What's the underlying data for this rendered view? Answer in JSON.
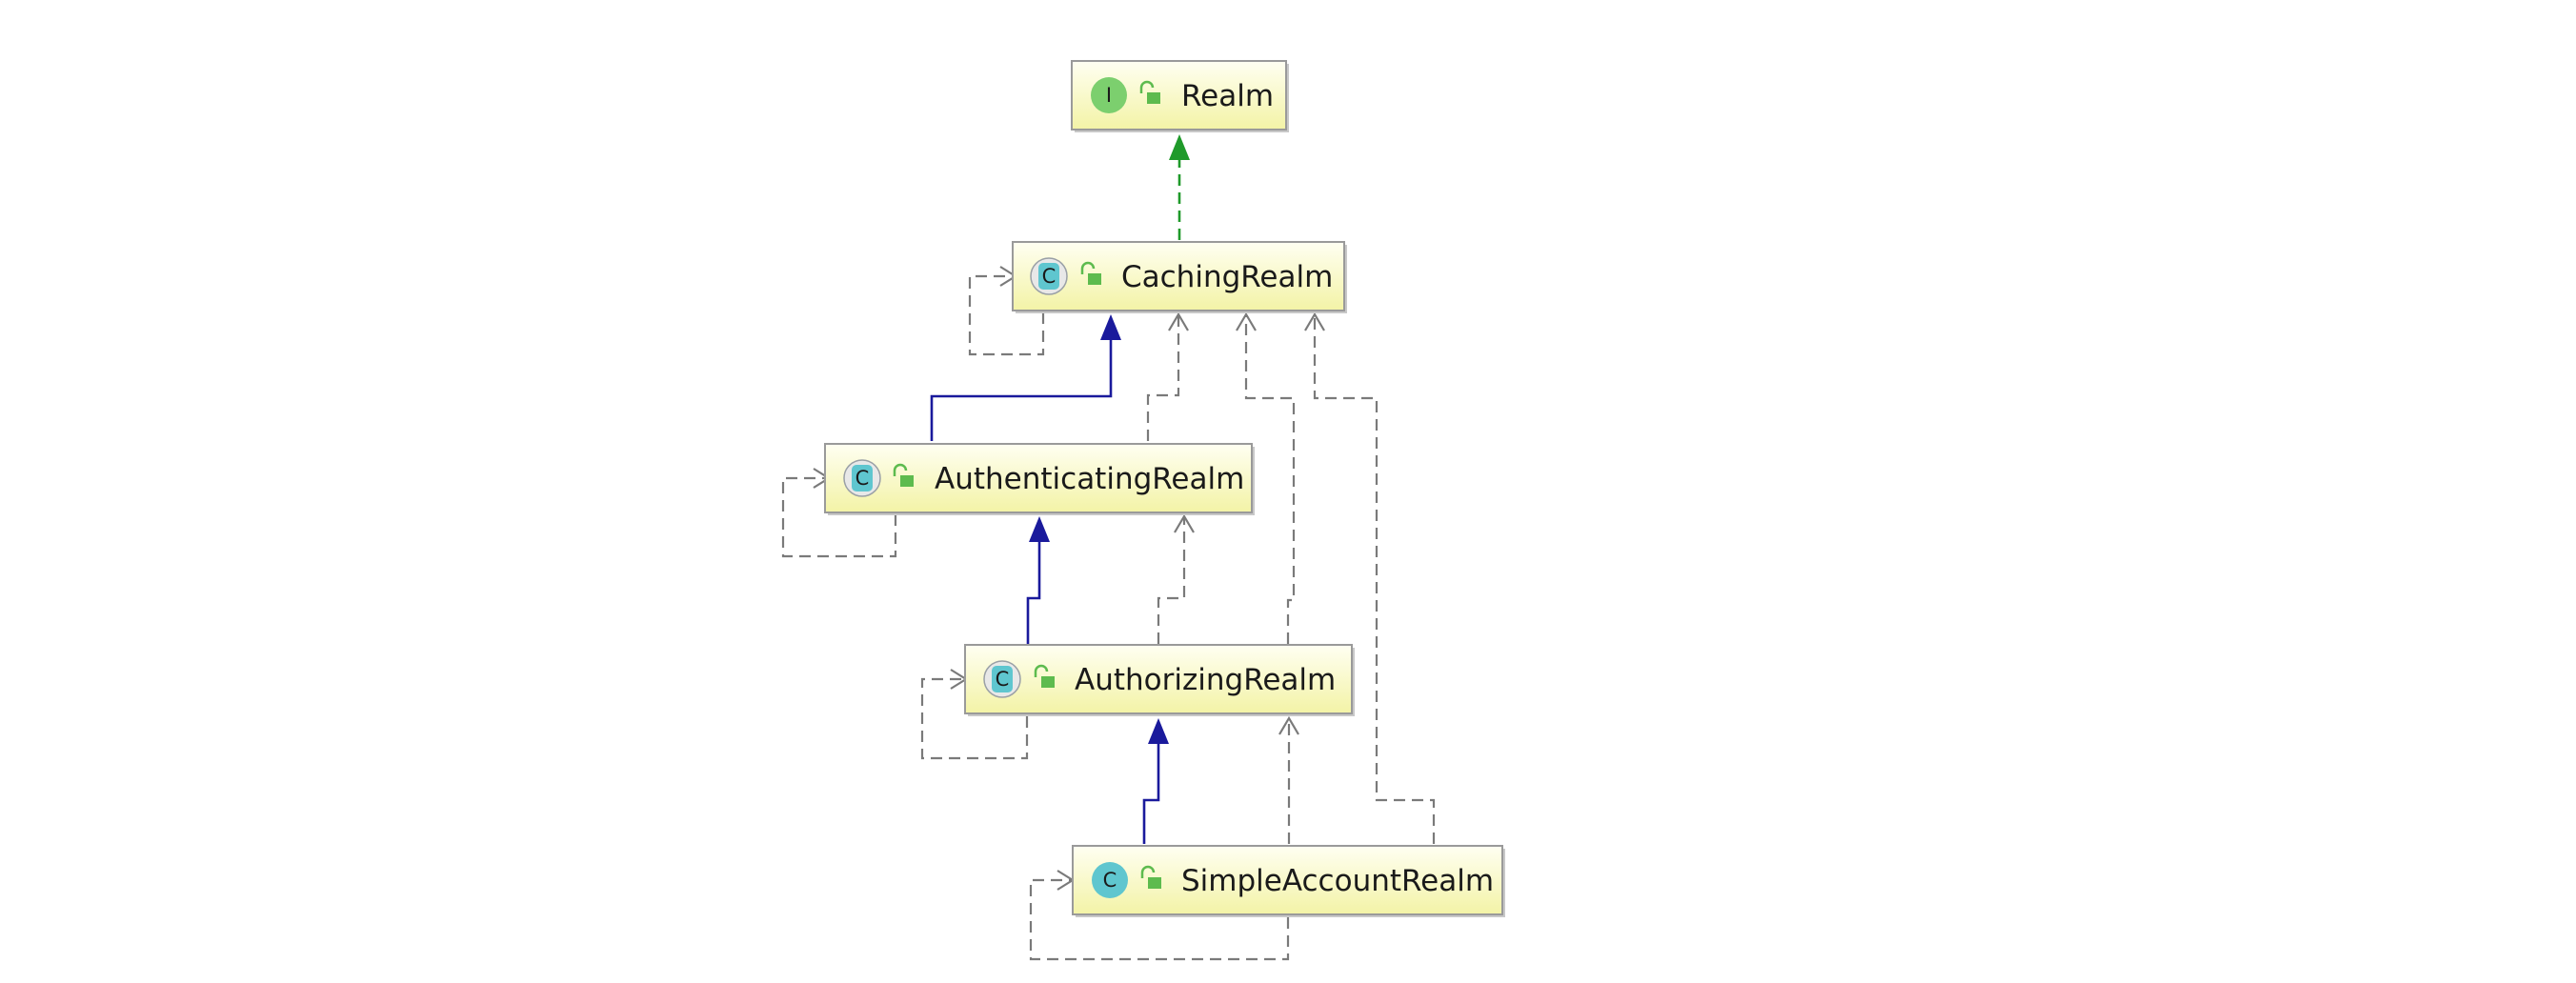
{
  "diagram": {
    "nodes": [
      {
        "id": "realm",
        "label": "Realm",
        "kind": "interface",
        "badge": "I"
      },
      {
        "id": "caching",
        "label": "CachingRealm",
        "kind": "abstract-class",
        "badge": "C"
      },
      {
        "id": "authenticating",
        "label": "AuthenticatingRealm",
        "kind": "abstract-class",
        "badge": "C"
      },
      {
        "id": "authorizing",
        "label": "AuthorizingRealm",
        "kind": "abstract-class",
        "badge": "C"
      },
      {
        "id": "simple",
        "label": "SimpleAccountRealm",
        "kind": "class",
        "badge": "C"
      }
    ],
    "edges": [
      {
        "from": "caching",
        "to": "realm",
        "type": "implements"
      },
      {
        "from": "authenticating",
        "to": "caching",
        "type": "extends"
      },
      {
        "from": "authorizing",
        "to": "authenticating",
        "type": "extends"
      },
      {
        "from": "simple",
        "to": "authorizing",
        "type": "extends"
      },
      {
        "from": "caching",
        "to": "caching",
        "type": "uses"
      },
      {
        "from": "authenticating",
        "to": "authenticating",
        "type": "uses"
      },
      {
        "from": "authorizing",
        "to": "authorizing",
        "type": "uses"
      },
      {
        "from": "simple",
        "to": "simple",
        "type": "uses"
      },
      {
        "from": "authenticating",
        "to": "caching",
        "type": "uses"
      },
      {
        "from": "authorizing",
        "to": "caching",
        "type": "uses"
      },
      {
        "from": "simple",
        "to": "caching",
        "type": "uses"
      },
      {
        "from": "authorizing",
        "to": "authenticating",
        "type": "uses"
      },
      {
        "from": "simple",
        "to": "authorizing",
        "type": "uses"
      }
    ],
    "colors": {
      "node_fill_top": "#fffff2",
      "node_fill_bottom": "#f3f3a6",
      "extends_edge": "#1a1a9c",
      "implements_edge": "#1f9a2a",
      "dependency_edge": "#7a7a7a",
      "interface_badge": "#7ccf6e",
      "class_badge": "#5fc6cf",
      "lock_icon": "#5dbb4e"
    }
  }
}
